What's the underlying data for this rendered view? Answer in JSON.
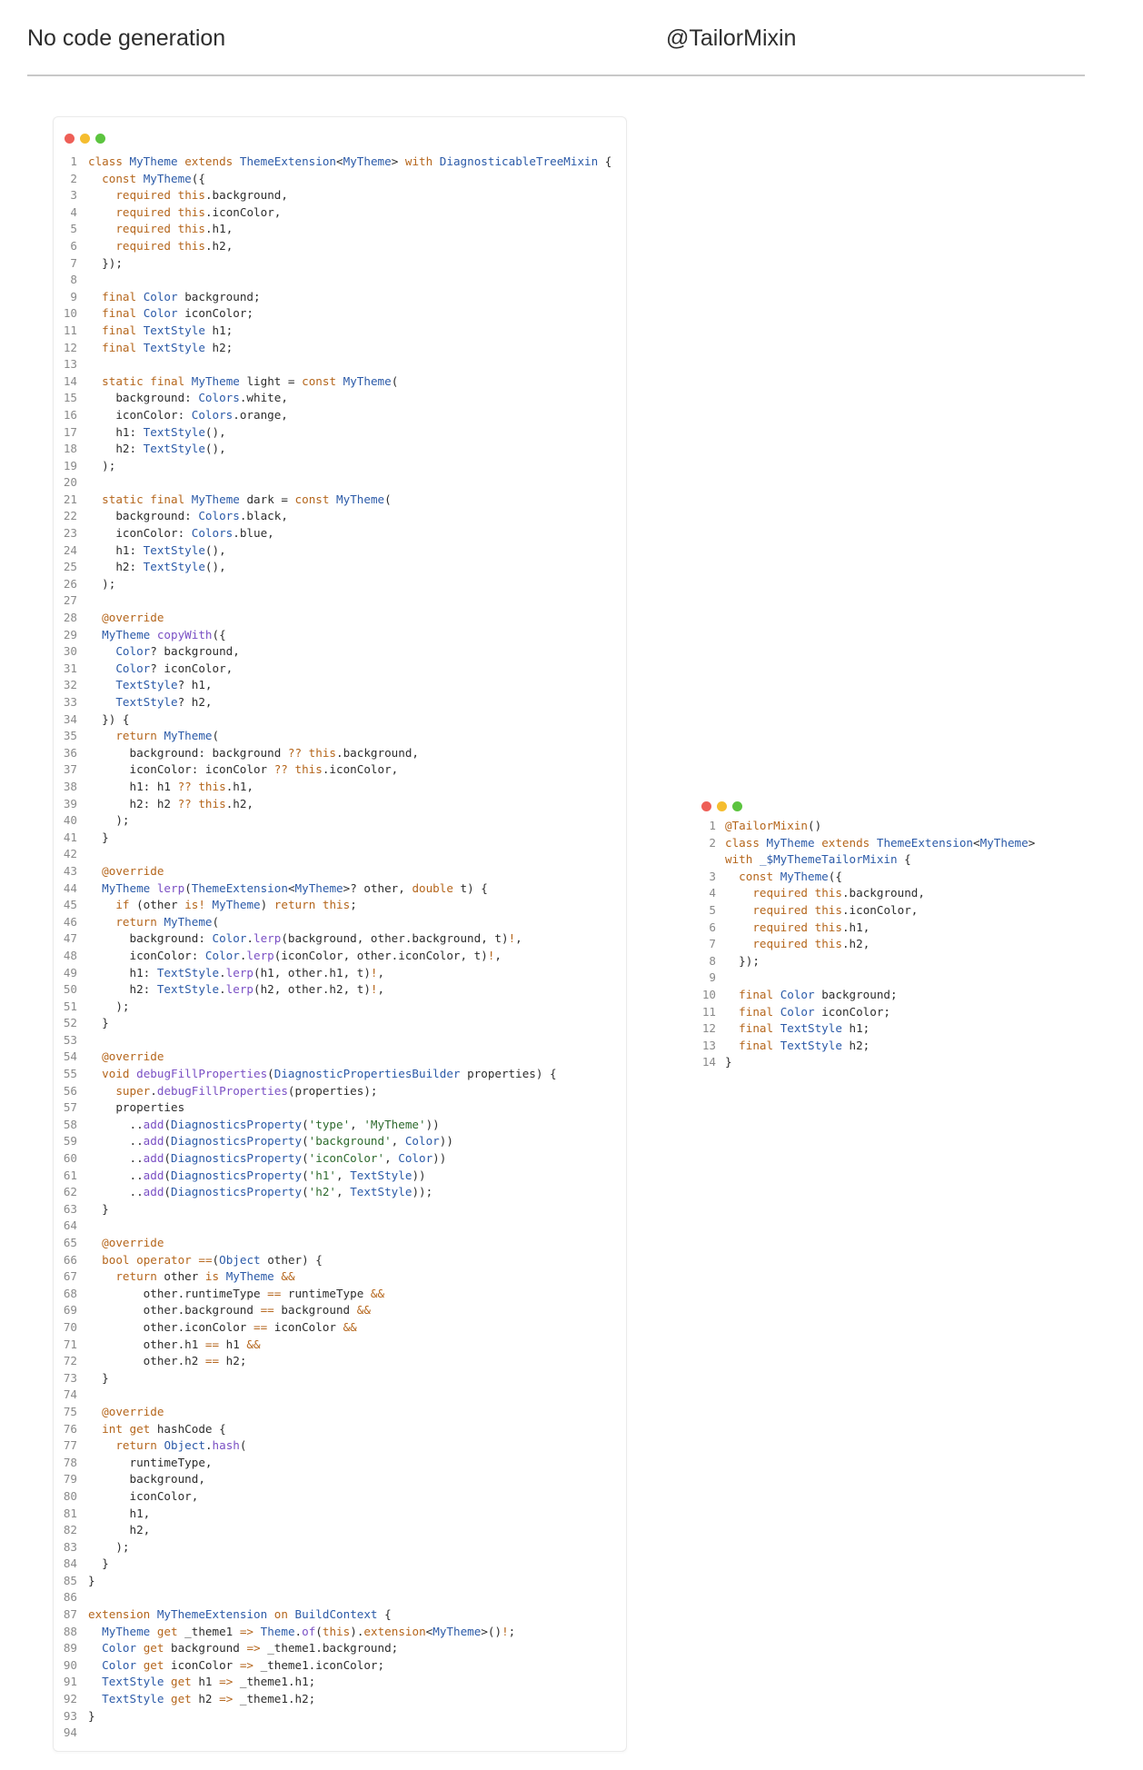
{
  "header": {
    "left_title": "No code generation",
    "right_title": "@TailorMixin"
  },
  "colors": {
    "dot_red": "#ee5f57",
    "dot_yellow": "#f5bd2f",
    "dot_green": "#5cc43f",
    "keyword": "#b5661c",
    "type": "#2b5aa8",
    "function": "#7a4fc4",
    "string": "#2d6a2d"
  },
  "left_code": [
    "class MyTheme extends ThemeExtension<MyTheme> with DiagnosticableTreeMixin {",
    "  const MyTheme({",
    "    required this.background,",
    "    required this.iconColor,",
    "    required this.h1,",
    "    required this.h2,",
    "  });",
    "",
    "  final Color background;",
    "  final Color iconColor;",
    "  final TextStyle h1;",
    "  final TextStyle h2;",
    "",
    "  static final MyTheme light = const MyTheme(",
    "    background: Colors.white,",
    "    iconColor: Colors.orange,",
    "    h1: TextStyle(),",
    "    h2: TextStyle(),",
    "  );",
    "",
    "  static final MyTheme dark = const MyTheme(",
    "    background: Colors.black,",
    "    iconColor: Colors.blue,",
    "    h1: TextStyle(),",
    "    h2: TextStyle(),",
    "  );",
    "",
    "  @override",
    "  MyTheme copyWith({",
    "    Color? background,",
    "    Color? iconColor,",
    "    TextStyle? h1,",
    "    TextStyle? h2,",
    "  }) {",
    "    return MyTheme(",
    "      background: background ?? this.background,",
    "      iconColor: iconColor ?? this.iconColor,",
    "      h1: h1 ?? this.h1,",
    "      h2: h2 ?? this.h2,",
    "    );",
    "  }",
    "",
    "  @override",
    "  MyTheme lerp(ThemeExtension<MyTheme>? other, double t) {",
    "    if (other is! MyTheme) return this;",
    "    return MyTheme(",
    "      background: Color.lerp(background, other.background, t)!,",
    "      iconColor: Color.lerp(iconColor, other.iconColor, t)!,",
    "      h1: TextStyle.lerp(h1, other.h1, t)!,",
    "      h2: TextStyle.lerp(h2, other.h2, t)!,",
    "    );",
    "  }",
    "",
    "  @override",
    "  void debugFillProperties(DiagnosticPropertiesBuilder properties) {",
    "    super.debugFillProperties(properties);",
    "    properties",
    "      ..add(DiagnosticsProperty('type', 'MyTheme'))",
    "      ..add(DiagnosticsProperty('background', Color))",
    "      ..add(DiagnosticsProperty('iconColor', Color))",
    "      ..add(DiagnosticsProperty('h1', TextStyle))",
    "      ..add(DiagnosticsProperty('h2', TextStyle));",
    "  }",
    "",
    "  @override",
    "  bool operator ==(Object other) {",
    "    return other is MyTheme &&",
    "        other.runtimeType == runtimeType &&",
    "        other.background == background &&",
    "        other.iconColor == iconColor &&",
    "        other.h1 == h1 &&",
    "        other.h2 == h2;",
    "  }",
    "",
    "  @override",
    "  int get hashCode {",
    "    return Object.hash(",
    "      runtimeType,",
    "      background,",
    "      iconColor,",
    "      h1,",
    "      h2,",
    "    );",
    "  }",
    "}",
    "",
    "extension MyThemeExtension on BuildContext {",
    "  MyTheme get _theme1 => Theme.of(this).extension<MyTheme>()!;",
    "  Color get background => _theme1.background;",
    "  Color get iconColor => _theme1.iconColor;",
    "  TextStyle get h1 => _theme1.h1;",
    "  TextStyle get h2 => _theme1.h2;",
    "}",
    ""
  ],
  "right_code": [
    {
      "n": "1",
      "text": "@TailorMixin()"
    },
    {
      "n": "2",
      "text": "class MyTheme extends ThemeExtension<MyTheme>"
    },
    {
      "n": "",
      "text": "with _$MyThemeTailorMixin {"
    },
    {
      "n": "3",
      "text": "  const MyTheme({"
    },
    {
      "n": "4",
      "text": "    required this.background,"
    },
    {
      "n": "5",
      "text": "    required this.iconColor,"
    },
    {
      "n": "6",
      "text": "    required this.h1,"
    },
    {
      "n": "7",
      "text": "    required this.h2,"
    },
    {
      "n": "8",
      "text": "  });"
    },
    {
      "n": "9",
      "text": ""
    },
    {
      "n": "10",
      "text": "  final Color background;"
    },
    {
      "n": "11",
      "text": "  final Color iconColor;"
    },
    {
      "n": "12",
      "text": "  final TextStyle h1;"
    },
    {
      "n": "13",
      "text": "  final TextStyle h2;"
    },
    {
      "n": "14",
      "text": "}"
    }
  ]
}
